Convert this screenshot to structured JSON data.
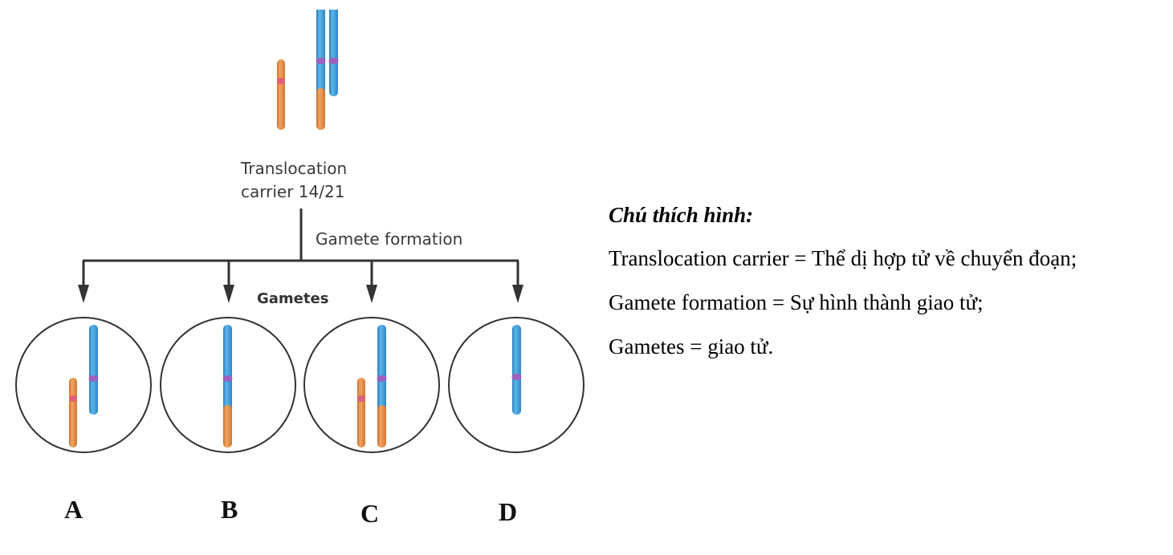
{
  "figure": {
    "carrier_label_line1": "Translocation",
    "carrier_label_line2": "carrier 14/21",
    "process_label": "Gamete formation",
    "gametes_label": "Gametes",
    "options": [
      {
        "label": "A",
        "contents": [
          "chromosome-14",
          "chromosome-21"
        ]
      },
      {
        "label": "B",
        "contents": [
          "translocation-14/21"
        ]
      },
      {
        "label": "C",
        "contents": [
          "chromosome-14",
          "translocation-14/21"
        ]
      },
      {
        "label": "D",
        "contents": [
          "chromosome-21"
        ]
      }
    ],
    "colors": {
      "chromosome_14": "#e8924a",
      "chromosome_21": "#3a9ad4",
      "centromere_14": "#e0607a",
      "centromere_21": "#a060c0",
      "line": "#333333"
    }
  },
  "legend": {
    "title": "Chú thích hình:",
    "lines": [
      "Translocation carrier = Thể dị hợp tử về chuyển đoạn;",
      "Gamete formation = Sự hình thành giao tử;",
      "Gametes = giao tử."
    ]
  }
}
